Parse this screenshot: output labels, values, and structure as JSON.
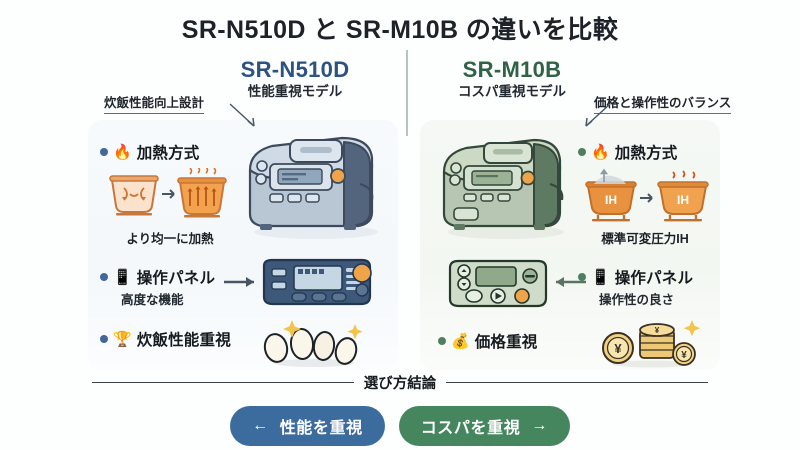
{
  "title": "SR-N510D と SR-M10B の違いを比較",
  "divider": "vertical-rule",
  "columns": {
    "left": {
      "model_name": "SR-N510D",
      "model_sub": "性能重視モデル",
      "accent_color": "#2c5282",
      "callout": "炊飯性能向上設計",
      "product_illustration": "rice-cooker-blue",
      "features": [
        {
          "bullet_color": "#43679b",
          "emoji": "🔥",
          "label": "加熱方式",
          "sub": "",
          "caption": "より均一に加熱",
          "illustration": "pot-pair-heat-diagram"
        },
        {
          "bullet_color": "#43679b",
          "emoji": "📱",
          "label": "操作パネル",
          "sub": "高度な機能",
          "caption": "",
          "illustration": "control-panel-advanced"
        },
        {
          "bullet_color": "#43679b",
          "emoji": "🏆",
          "label": "炊飯性能重視",
          "sub": "",
          "caption": "",
          "illustration": "rice-grains-sparkle"
        }
      ]
    },
    "right": {
      "model_name": "SR-M10B",
      "model_sub": "コスパ重視モデル",
      "accent_color": "#2f6246",
      "callout": "価格と操作性のバランス",
      "product_illustration": "rice-cooker-green",
      "features": [
        {
          "bullet_color": "#4f7f63",
          "emoji": "🔥",
          "label": "加熱方式",
          "sub": "",
          "caption": "標準可変圧力IH",
          "illustration": "pot-pair-ih-diagram",
          "pot_label": "IH"
        },
        {
          "bullet_color": "#4f7f63",
          "emoji": "📱",
          "label": "操作パネル",
          "sub": "操作性の良さ",
          "caption": "",
          "illustration": "control-panel-simple"
        },
        {
          "bullet_color": "#4f7f63",
          "emoji": "💰",
          "label": "価格重視",
          "sub": "",
          "caption": "",
          "illustration": "yen-coins-sparkle"
        }
      ]
    }
  },
  "conclusion": {
    "heading": "選び方結論",
    "buttons": [
      {
        "label": "性能を重視",
        "arrow": "←",
        "arrow_side": "left",
        "color": "#3c6c9e"
      },
      {
        "label": "コスパを重視",
        "arrow": "→",
        "arrow_side": "right",
        "color": "#45865f"
      }
    ]
  }
}
